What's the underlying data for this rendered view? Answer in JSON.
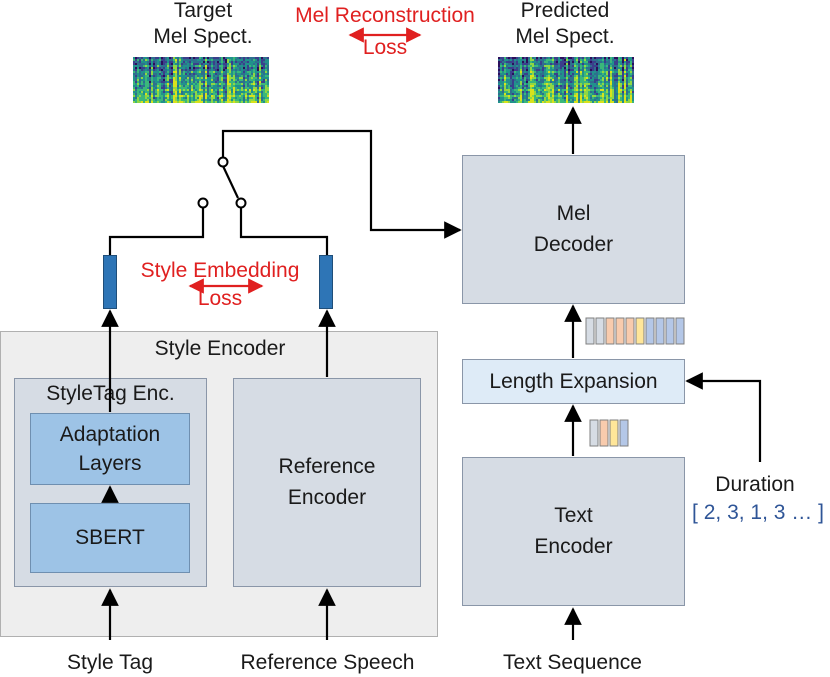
{
  "top": {
    "target_line1": "Target",
    "target_line2": "Mel Spect.",
    "predicted_line1": "Predicted",
    "predicted_line2": "Mel Spect.",
    "mel_loss_line1": "Mel Reconstruction",
    "mel_loss_line2": "Loss"
  },
  "style_encoder": {
    "title": "Style Encoder",
    "styletag_enc": "StyleTag Enc.",
    "adaptation_line1": "Adaptation",
    "adaptation_line2": "Layers",
    "sbert": "SBERT",
    "reference_line1": "Reference",
    "reference_line2": "Encoder"
  },
  "style_loss": {
    "line1": "Style Embedding",
    "line2": "Loss"
  },
  "decoder": {
    "mel_line1": "Mel",
    "mel_line2": "Decoder",
    "length_expansion": "Length Expansion",
    "text_line1": "Text",
    "text_line2": "Encoder"
  },
  "duration": {
    "label": "Duration",
    "values": "[ 2, 3, 1, 3 … ]"
  },
  "inputs": {
    "style_tag": "Style Tag",
    "reference_speech": "Reference Speech",
    "text_sequence": "Text Sequence"
  },
  "colors": {
    "panel_gray": "#eeeeee",
    "box_gray": "#d6dce4",
    "box_blue": "#9dc3e6",
    "length_exp": "#deebf7",
    "embedding": "#2e75b6",
    "loss_red": "#e02020",
    "duration_text": "#2f5597"
  }
}
